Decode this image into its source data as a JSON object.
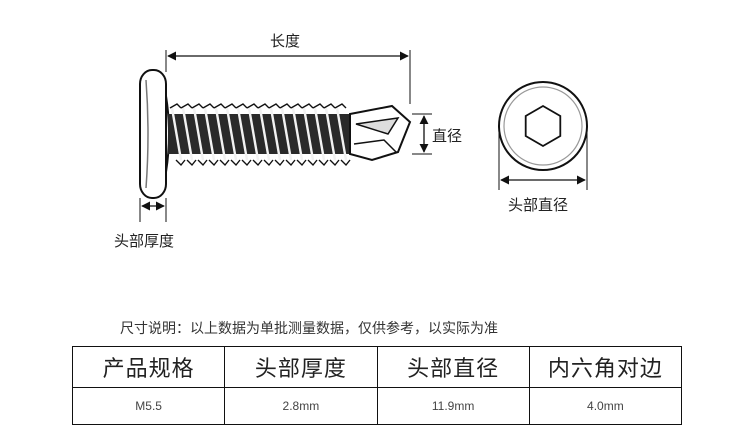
{
  "labels": {
    "length": "长度",
    "diameter": "直径",
    "head_diameter": "头部直径",
    "head_thickness": "头部厚度"
  },
  "note": "尺寸说明：以上数据为单批测量数据，仅供参考，以实际为准",
  "table": {
    "headers": [
      "产品规格",
      "头部厚度",
      "头部直径",
      "内六角对边"
    ],
    "rows": [
      [
        "M5.5",
        "2.8mm",
        "11.9mm",
        "4.0mm"
      ]
    ]
  },
  "colors": {
    "line": "#111111",
    "text": "#222222"
  }
}
